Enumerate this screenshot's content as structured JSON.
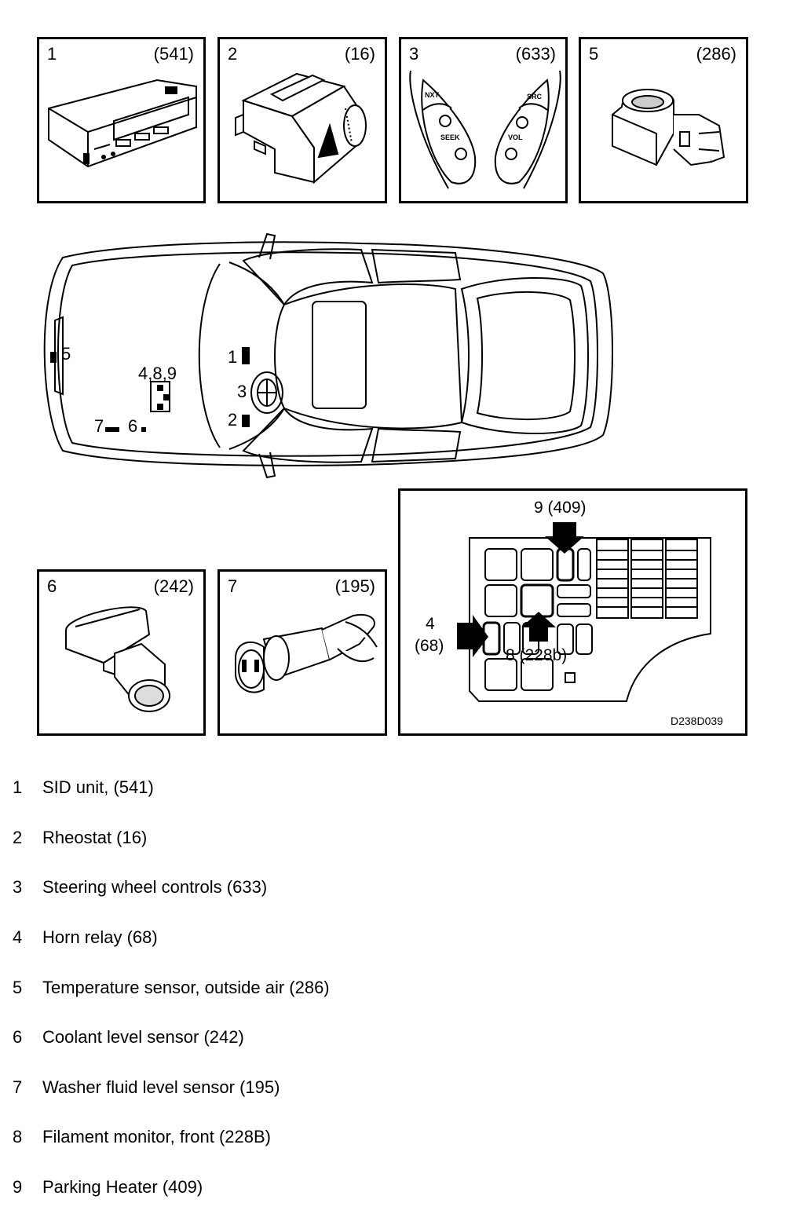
{
  "panels": {
    "p1": {
      "num": "1",
      "code": "(541)"
    },
    "p2": {
      "num": "2",
      "code": "(16)"
    },
    "p3": {
      "num": "3",
      "code": "(633)",
      "btn_nxt": "NXT",
      "btn_seek": "SEEK",
      "btn_src": "SRC",
      "btn_vol": "VOL"
    },
    "p5": {
      "num": "5",
      "code": "(286)"
    },
    "p6": {
      "num": "6",
      "code": "(242)"
    },
    "p7": {
      "num": "7",
      "code": "(195)"
    }
  },
  "car_labels": {
    "l1": "1",
    "l2": "2",
    "l3": "3",
    "l5": "5",
    "l489": "4,8,9",
    "l6": "6",
    "l7": "7"
  },
  "fusebox": {
    "label_9": "9 (409)",
    "label_4": "4",
    "label_4_code": "(68)",
    "label_8": "8 (228b)",
    "figure_id": "D238D039"
  },
  "legend": [
    {
      "num": "1",
      "text": "SID unit, (541)"
    },
    {
      "num": "2",
      "text": "Rheostat (16)"
    },
    {
      "num": "3",
      "text": "Steering wheel controls (633)"
    },
    {
      "num": "4",
      "text": "Horn relay (68)"
    },
    {
      "num": "5",
      "text": "Temperature sensor, outside air (286)"
    },
    {
      "num": "6",
      "text": "Coolant level sensor (242)"
    },
    {
      "num": "7",
      "text": "Washer fluid level sensor (195)"
    },
    {
      "num": "8",
      "text": "Filament monitor, front (228B)"
    },
    {
      "num": "9",
      "text": "Parking Heater (409)"
    }
  ]
}
